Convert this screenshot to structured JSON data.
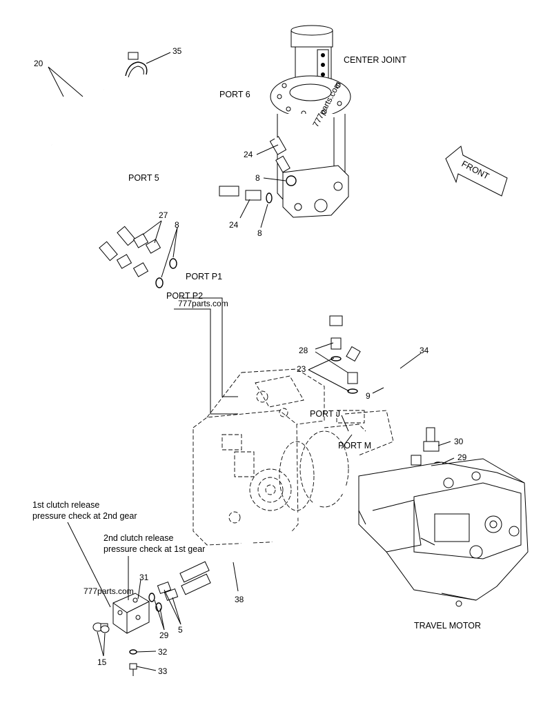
{
  "labels": {
    "center_joint": "CENTER JOINT",
    "front": "FRONT",
    "port6": "PORT 6",
    "port5": "PORT 5",
    "port_p1": "PORT P1",
    "port_p2": "PORT P2",
    "port_j": "PORT J",
    "port_m": "PORT M",
    "travel_motor": "TRAVEL MOTOR",
    "note1_line1": "1st clutch release",
    "note1_line2": "pressure check at 2nd gear",
    "note2_line1": "2nd clutch release",
    "note2_line2": "pressure check at 1st gear"
  },
  "watermarks": {
    "mid": "777parts.com",
    "low": "777parts.com",
    "joint": "777parts.com"
  },
  "part_numbers": {
    "n35": "35",
    "n20": "20",
    "n24a": "24",
    "n8a": "8",
    "n24b": "24",
    "n8b": "8",
    "n27": "27",
    "n8c": "8",
    "n28": "28",
    "n23": "23",
    "n34": "34",
    "n9": "9",
    "n30": "30",
    "n29a": "29",
    "n31": "31",
    "n29b": "29",
    "n5": "5",
    "n38": "38",
    "n32": "32",
    "n33": "33",
    "n15": "15"
  }
}
